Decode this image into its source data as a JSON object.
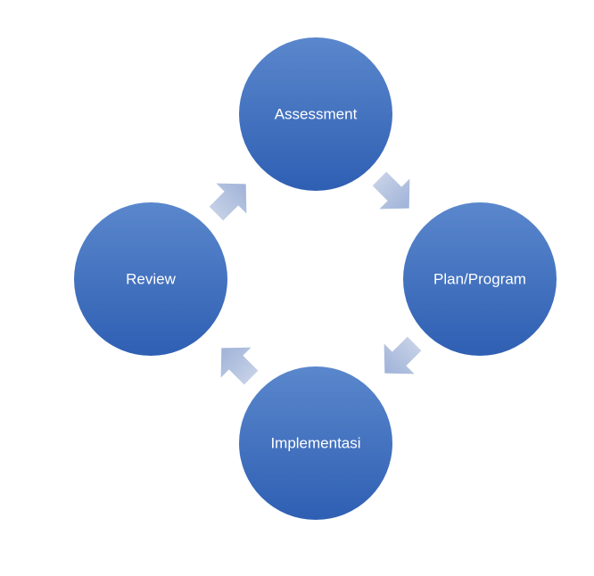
{
  "diagram": {
    "type": "cycle",
    "nodes": [
      {
        "id": "assessment",
        "label": "Assessment"
      },
      {
        "id": "plan",
        "label": "Plan/Program"
      },
      {
        "id": "implementasi",
        "label": "Implementasi"
      },
      {
        "id": "review",
        "label": "Review"
      }
    ],
    "edges": [
      {
        "from": "assessment",
        "to": "plan"
      },
      {
        "from": "plan",
        "to": "implementasi"
      },
      {
        "from": "implementasi",
        "to": "review"
      },
      {
        "from": "review",
        "to": "assessment"
      }
    ],
    "colors": {
      "node_fill_top": "#5a87cc",
      "node_fill_bottom": "#2f5fb3",
      "node_text": "#ffffff",
      "arrow_fill_light": "#c5d0e6",
      "arrow_fill_dark": "#9fb2d8"
    }
  }
}
